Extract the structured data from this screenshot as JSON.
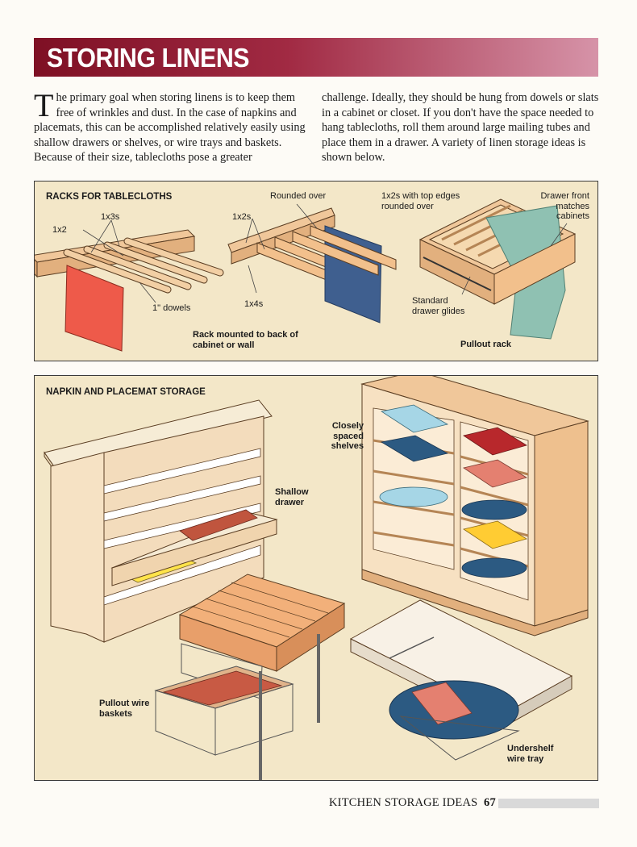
{
  "header": {
    "title": "STORING LINENS"
  },
  "intro": {
    "dropcap": "T",
    "left_rest": "he primary goal when storing linens is to keep them free of wrinkles and dust. In the case of napkins and placemats, this can be accomplished relatively easily using shallow drawers or shelves, or wire trays and baskets. Because of their size, tablecloths pose a greater",
    "right": "challenge. Ideally, they should be hung from dowels or slats in a cabinet or closet. If you don't have the space needed to hang tablecloths, roll them around large mailing tubes and place them in a drawer. A variety of linen storage ideas is shown below."
  },
  "racks_panel": {
    "title": "RACKS FOR TABLECLOTHS",
    "labels": {
      "l_1x3s": "1x3s",
      "l_1x2": "1x2",
      "l_dowels": "1\" dowels",
      "l_1x2s": "1x2s",
      "l_rounded": "Rounded over",
      "l_1x4s": "1x4s",
      "l_mounted": "Rack mounted to back of cabinet or wall",
      "l_1x2s_edges": "1x2s with top edges rounded over",
      "l_drawer_front": "Drawer front matches cabinets",
      "l_glides": "Standard drawer glides",
      "l_pullout_rack": "Pullout rack"
    }
  },
  "napkin_panel": {
    "title": "NAPKIN AND PLACEMAT STORAGE",
    "labels": {
      "l_closely": "Closely spaced shelves",
      "l_shallow": "Shallow drawer",
      "l_baskets": "Pullout wire baskets",
      "l_undershelf": "Undershelf wire tray"
    }
  },
  "footer": {
    "section": "KITCHEN STORAGE IDEAS",
    "page": "67"
  },
  "colors": {
    "title_dark": "#7e1024",
    "title_light": "#d693a8",
    "panel_bg": "#f3e7c8",
    "wood": "#f0c79a",
    "red_cloth": "#ee5a4a",
    "blue_cloth": "#3f5f8f",
    "green_cloth": "#8fc1b2"
  }
}
